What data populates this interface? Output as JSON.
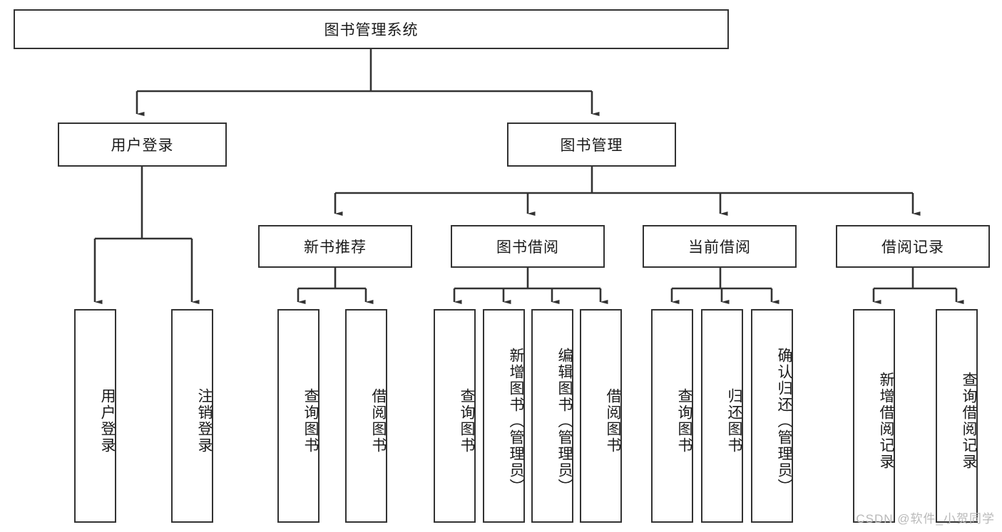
{
  "diagram": {
    "title": "图书管理系统",
    "type": "tree-hierarchy-diagram",
    "colors": {
      "box_border": "#333333",
      "box_fill": "#ffffff",
      "edge": "#333333",
      "text": "#1a1a1a",
      "watermark": "#b9b9b9"
    },
    "root": {
      "label": "图书管理系统"
    },
    "level2": [
      {
        "label": "用户登录"
      },
      {
        "label": "图书管理"
      }
    ],
    "level3": [
      {
        "label": "新书推荐"
      },
      {
        "label": "图书借阅"
      },
      {
        "label": "当前借阅"
      },
      {
        "label": "借阅记录"
      }
    ],
    "leaves": {
      "user_login": [
        {
          "label": "用户登录"
        },
        {
          "label": "注销登录"
        }
      ],
      "new_book_recommend": [
        {
          "label": "查询图书"
        },
        {
          "label": "借阅图书"
        }
      ],
      "book_borrow": [
        {
          "label": "查询图书"
        },
        {
          "label": "新增图书（管理员）"
        },
        {
          "label": "编辑图书（管理员）"
        },
        {
          "label": "借阅图书"
        }
      ],
      "current_borrow": [
        {
          "label": "查询图书"
        },
        {
          "label": "归还图书"
        },
        {
          "label": "确认归还（管理员）"
        }
      ],
      "borrow_record": [
        {
          "label": "新增借阅记录"
        },
        {
          "label": "查询借阅记录"
        }
      ]
    }
  },
  "watermark": {
    "text": "CSDN @软件_小贺同学"
  }
}
